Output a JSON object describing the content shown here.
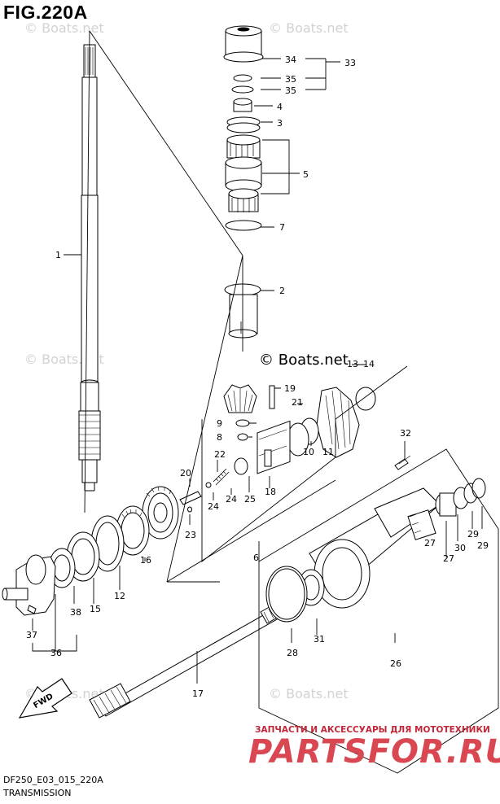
{
  "figure": {
    "title": "FIG.220A",
    "code": "DF250_E03_015_220A",
    "caption": "TRANSMISSION"
  },
  "watermarks": {
    "light": "© Boats.net",
    "center": "© Boats.net"
  },
  "promo": {
    "line": "ЗАПЧАСТИ И АКСЕССУАРЫ ДЛЯ МОТОТЕХНИКИ",
    "brand": "PARTSFOR.RU"
  },
  "arrow_label": "FWD",
  "callouts": [
    "1",
    "2",
    "3",
    "4",
    "5",
    "6",
    "7",
    "8",
    "9",
    "10",
    "11",
    "12",
    "13",
    "14",
    "15",
    "16",
    "17",
    "18",
    "19",
    "20",
    "21",
    "22",
    "23",
    "24",
    "24",
    "25",
    "26",
    "27",
    "27",
    "28",
    "29",
    "29",
    "30",
    "31",
    "32",
    "33",
    "34",
    "35",
    "35",
    "36",
    "37",
    "38"
  ],
  "colors": {
    "line": "#000000",
    "watermark": "#d2d2d2",
    "promo": "#c0283a",
    "brand": "#d94852"
  }
}
